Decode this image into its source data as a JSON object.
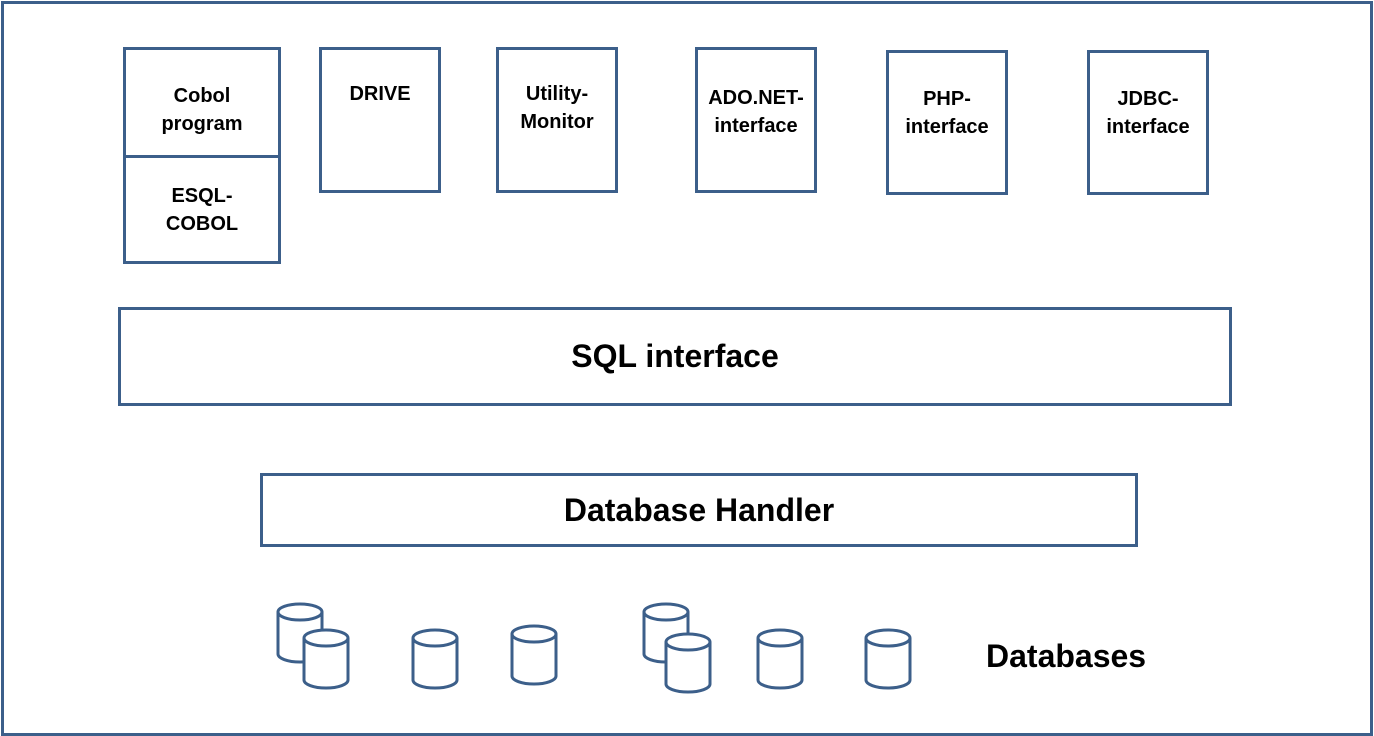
{
  "components": {
    "cobol_program": "Cobol\nprogram",
    "esql_cobol": "ESQL-\nCOBOL",
    "drive": "DRIVE",
    "utility_monitor": "Utility-\nMonitor",
    "adonet_interface": "ADO.NET-\ninterface",
    "php_interface": "PHP-\ninterface",
    "jdbc_interface": "JDBC-\ninterface"
  },
  "layers": {
    "sql_interface": "SQL interface",
    "database_handler": "Database Handler"
  },
  "databases": {
    "label": "Databases",
    "icon": "database-cylinder-icon"
  },
  "colors": {
    "stroke": "#3c5f8a",
    "text": "#000000",
    "background": "#ffffff"
  }
}
